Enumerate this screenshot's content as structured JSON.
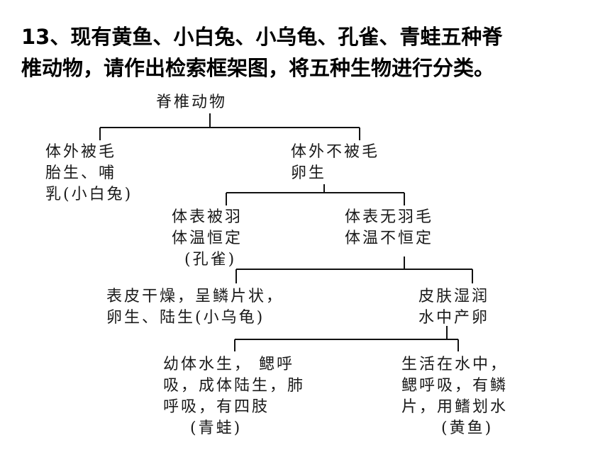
{
  "title": {
    "line1": "13、现有黄鱼、小白兔、小乌龟、孔雀、青蛙五种脊",
    "line2": "椎动物，请作出检索框架图，将五种生物进行分类。"
  },
  "tree": {
    "root": "脊椎动物",
    "hair": {
      "line1": "体外被毛",
      "line2": "胎生、哺",
      "line3": "乳(小白兔)"
    },
    "no_hair": {
      "line1": "体外不被毛",
      "line2": "卵生"
    },
    "feathers": {
      "line1": "体表被羽",
      "line2": "体温恒定",
      "line3": "(孔雀)"
    },
    "no_feathers": {
      "line1": "体表无羽毛",
      "line2": "体温不恒定"
    },
    "scales": {
      "line1": "表皮干燥，呈鳞片状，",
      "line2": "卵生、陆生(小乌龟)"
    },
    "moist": {
      "line1": "皮肤湿润",
      "line2": "水中产卵"
    },
    "frog": {
      "line1": "幼体水生， 鳃呼",
      "line2": "吸，成体陆生，肺",
      "line3": "呼吸，有四肢",
      "line4": "(青蛙)"
    },
    "fish": {
      "line1": "生活在水中，",
      "line2": "鳃呼吸，有鳞",
      "line3": "片，用鳍划水",
      "line4": "(黄鱼)"
    }
  }
}
